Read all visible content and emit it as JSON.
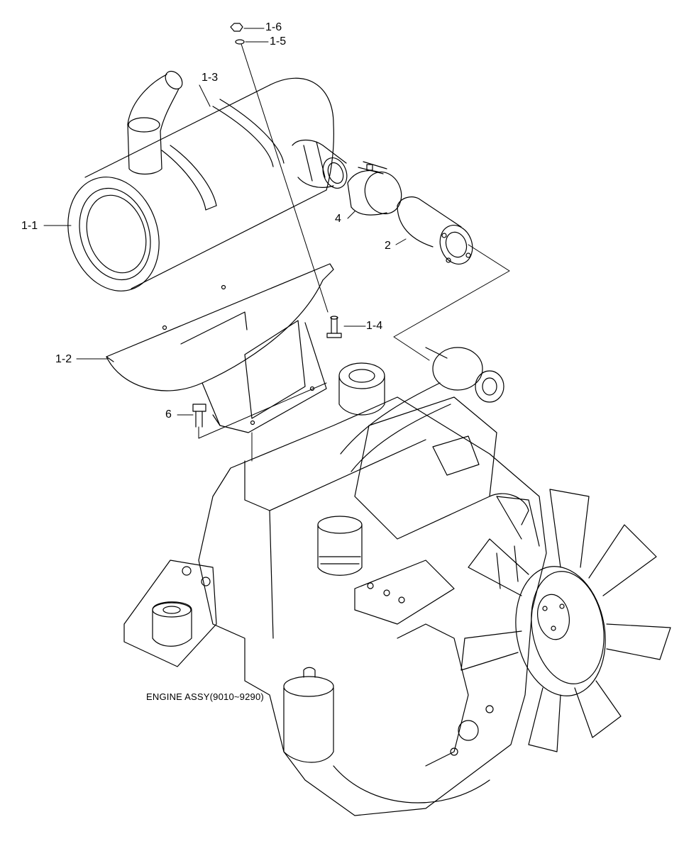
{
  "callouts": {
    "c1_6": "1-6",
    "c1_5": "1-5",
    "c1_3": "1-3",
    "c1_1": "1-1",
    "c4": "4",
    "c2": "2",
    "c1_4": "1-4",
    "c1_2": "1-2",
    "c6": "6"
  },
  "caption": "ENGINE ASSY(9010~9290)",
  "colors": {
    "line": "#000000",
    "background": "#ffffff"
  }
}
